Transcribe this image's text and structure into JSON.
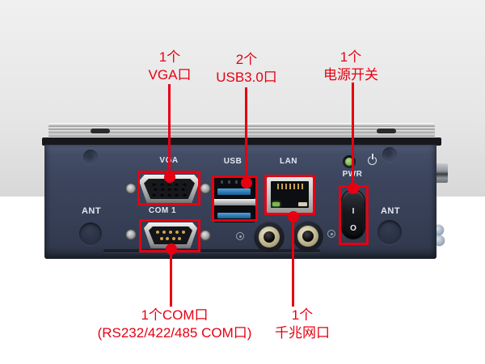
{
  "annotations": {
    "vga": {
      "line1": "1个",
      "line2": "VGA口"
    },
    "usb": {
      "line1": "2个",
      "line2": "USB3.0口"
    },
    "power": {
      "line1": "1个",
      "line2": "电源开关"
    },
    "com": {
      "line1": "1个COM口",
      "line2": "(RS232/422/485 COM口)"
    },
    "lan": {
      "line1": "1个",
      "line2": "千兆网口"
    }
  },
  "device": {
    "port_labels": {
      "vga": "VGA",
      "usb": "USB",
      "lan": "LAN",
      "pwr": "PWR",
      "com": "COM 1",
      "ant_left": "ANT",
      "ant_right": "ANT"
    },
    "power_switch": {
      "on_mark": "I",
      "off_mark": "O"
    },
    "icons": {
      "power_symbol": "power-icon",
      "audio_jack_left": "audio-jack-icon",
      "audio_jack_right": "audio-jack-icon"
    }
  },
  "colors": {
    "annotation_red": "#e60012",
    "panel_navy": "#39425a",
    "usb_blue": "#2e7cb8",
    "led_green": "#7db84e"
  }
}
